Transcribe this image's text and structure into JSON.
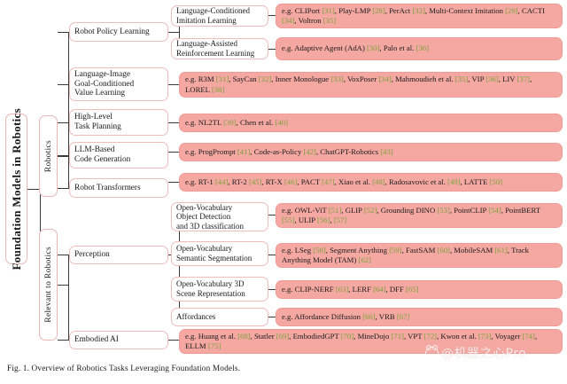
{
  "figure": {
    "caption": "Fig. 1.   Overview of Robotics Tasks Leveraging Foundation Models.",
    "root": "Foundation Models in Robotics",
    "watermark": "@机器之心Pro",
    "colors": {
      "example_box_fill": "#f5a8a2",
      "example_box_border": "#f09c96",
      "node_border": "#f0bcbc",
      "node_fill": "#ffffff",
      "citation_text": "#7aa23c",
      "line": "#3a3a3a",
      "text": "#1a1a1a"
    }
  },
  "branches": {
    "robotics": {
      "label": "Robotics",
      "children": {
        "policy": {
          "label": "Robot Policy Learning",
          "subchildren": {
            "lcil": {
              "label": "Language-Conditioned\nImitation Learning",
              "examples": "e.g. CLIPort [31], Play-LMP [28], PerAct [32], Multi-Context Imitation [29], CACTI [34], Voltron [35]"
            },
            "larl": {
              "label": "Language-Assisted\nReinforcement Learning",
              "examples": "e.g. Adaptive Agent (AdA) [30], Palo et al. [36]"
            }
          }
        },
        "value": {
          "label": "Language-Image\nGoal-Conditioned\nValue Learning",
          "examples": "e.g. R3M [31], SayCan [32], Inner Monologue [33], VoxPoser [34], Mahmoudieh et al. [35], VIP [36], LIV [37], LOREL [38]"
        },
        "planning": {
          "label": "High-Level\nTask Planning",
          "examples": "e.g. NL2TL [39], Chen et al. [40]"
        },
        "codegen": {
          "label": "LLM-Based\nCode Generation",
          "examples": "e.g. ProgPrompt [41], Code-as-Policy [42], ChatGPT-Robotics [43]"
        },
        "transformers": {
          "label": "Robot Transformers",
          "examples": "e.g. RT-1 [44], RT-2 [45], RT-X [46], PACT [47], Xiao et al. [48], Radosavovic et al. [49], LATTE [50]"
        }
      }
    },
    "relevant": {
      "label": "Relevant to Robotics",
      "children": {
        "perception": {
          "label": "Perception",
          "subchildren": {
            "detection": {
              "label": "Open-Vocabulary\nObject Detection\nand 3D classification",
              "examples": "e.g. OWL-ViT [51], GLIP [52], Grounding DINO [53], PointCLIP [54], PointBERT [55], ULIP [56], [57]"
            },
            "segmentation": {
              "label": "Open-Vocabulary\nSemantic Segmentation",
              "examples": "e.g. LSeg [58], Segment Anything [59], FastSAM [60], MobileSAM [61], Track Anything Model (TAM) [62]"
            },
            "scene3d": {
              "label": "Open-Vocabulary 3D\nScene Representation",
              "examples": "e.g. CLIP-NERF [63], LERF [64], DFF [65]"
            },
            "affordances": {
              "label": "Affordances",
              "examples": "e.g. Affordance Diffusion [66], VRB [67]"
            }
          }
        },
        "embodied": {
          "label": "Embodied AI",
          "examples": "e.g. Huang et al. [68], Statler [69], EmbodiedGPT [70], MineDojo [71], VPT [72], Kwon et al. [73], Voyager [74], ELLM [75]"
        }
      }
    }
  }
}
